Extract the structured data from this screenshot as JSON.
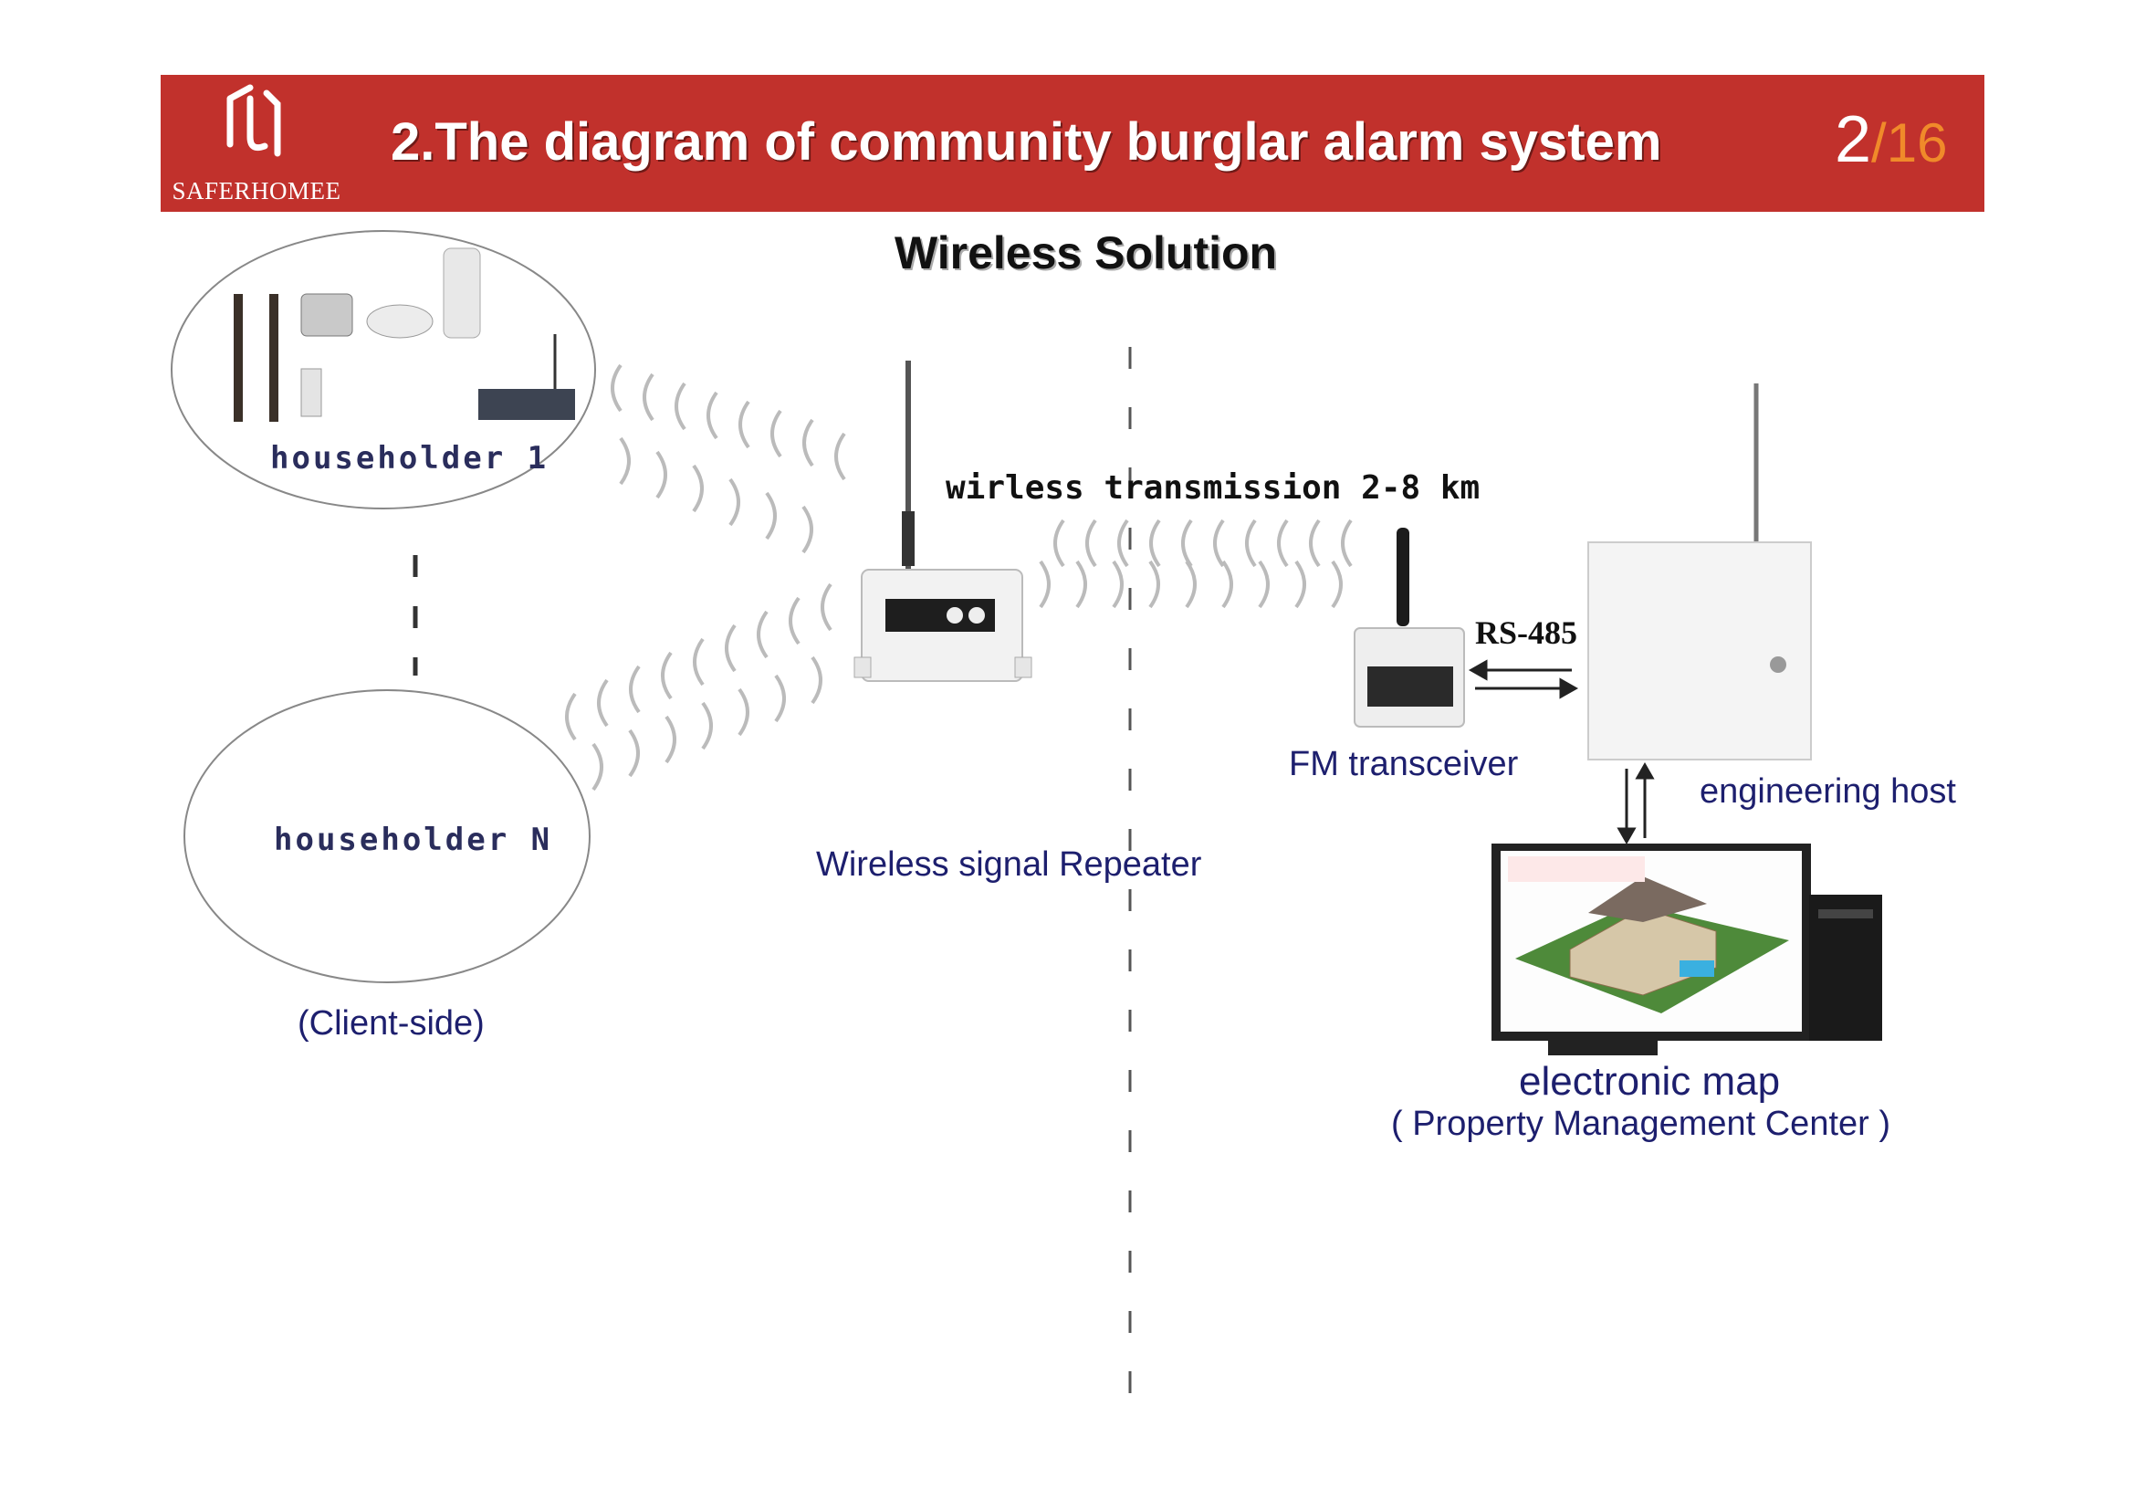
{
  "header": {
    "logo_text": "SAFERHOMEE",
    "title": "2.The diagram of community burglar alarm system",
    "page_current": "2",
    "page_total": "/16"
  },
  "subtitle": "Wireless Solution",
  "nodes": {
    "householder_1": "householder 1",
    "householder_n": "householder N",
    "client_side": "(Client-side)",
    "repeater": "Wireless signal Repeater",
    "fm_transceiver": "FM transceiver",
    "engineering_host": "engineering host",
    "electronic_map": "electronic map",
    "property_center": "( Property Management Center )"
  },
  "links": {
    "wireless_transmission": "wirless transmission 2-8 km",
    "rs485": "RS-485"
  },
  "colors": {
    "banner": "#c1312c",
    "page_total": "#f08a2a",
    "label_blue": "#1d1f6e"
  }
}
